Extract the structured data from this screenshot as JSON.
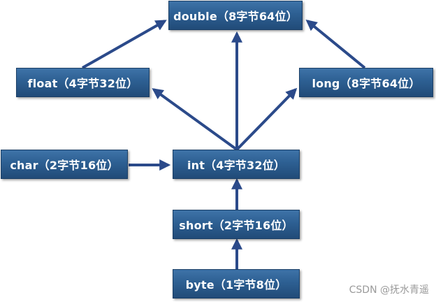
{
  "nodes": {
    "double": "double（8字节64位）",
    "float": "float（4字节32位）",
    "long": "long（8字节64位）",
    "char": "char（2字节16位）",
    "int": "int（4字节32位）",
    "short": "short（2字节16位）",
    "byte": "byte（1字节8位）"
  },
  "edges": [
    {
      "from": "byte",
      "to": "short"
    },
    {
      "from": "short",
      "to": "int"
    },
    {
      "from": "char",
      "to": "int"
    },
    {
      "from": "int",
      "to": "float"
    },
    {
      "from": "int",
      "to": "double"
    },
    {
      "from": "int",
      "to": "long"
    },
    {
      "from": "float",
      "to": "double"
    },
    {
      "from": "long",
      "to": "double"
    }
  ],
  "colors": {
    "node_fill": "#2d5f92",
    "node_border": "#1b3f66",
    "arrow": "#2b4a8a",
    "node_text": "#ffffff",
    "watermark": "#9a9a9a"
  },
  "watermark": "CSDN @抚水青遥"
}
